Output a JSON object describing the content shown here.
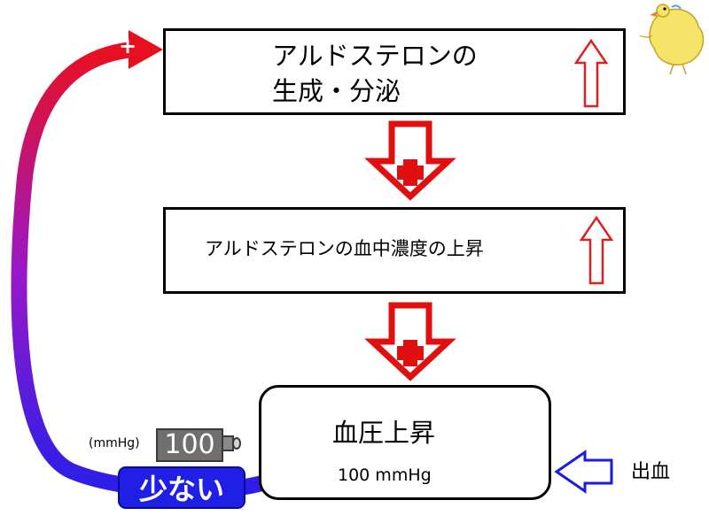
{
  "boxes": {
    "box1": {
      "line1": "アルドステロンの",
      "line2": "生成・分泌"
    },
    "box2": {
      "text": "アルドステロンの血中濃度の上昇"
    },
    "box3": {
      "title": "血圧上昇",
      "value": "100 mmHg"
    }
  },
  "connectors": {
    "plus_sign": "+",
    "loop_plus": "+"
  },
  "gauge": {
    "unit": "(mmHg)",
    "reading": "100"
  },
  "status": {
    "low_label": "少ない"
  },
  "external": {
    "bleeding_label": "出血"
  },
  "colors": {
    "up_arrow": "#e02020",
    "down_arrow_red": "#e01010",
    "loop_start": "#e81020",
    "loop_end": "#2a1ee8",
    "bleed_arrow": "#1a1ae0",
    "low_badge": "#1f1fe6"
  },
  "icons": [
    "up-arrow-icon",
    "down-plus-arrow-icon",
    "left-arrow-icon",
    "chick-icon",
    "gauge-icon"
  ]
}
